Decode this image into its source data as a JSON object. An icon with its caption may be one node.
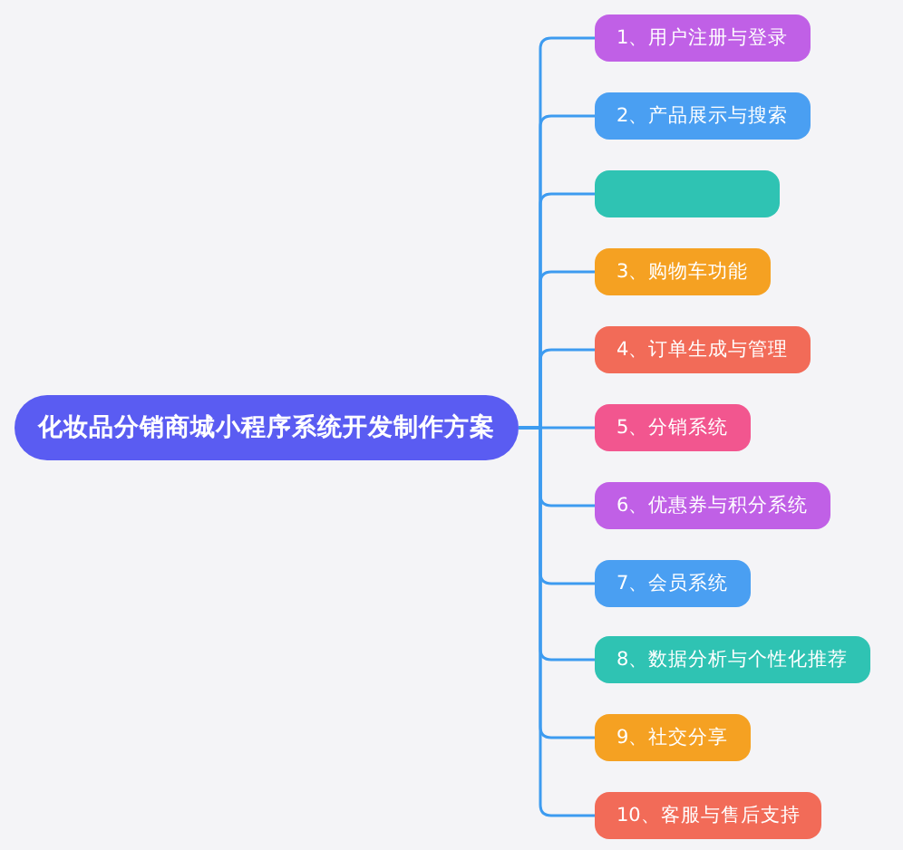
{
  "diagram": {
    "nodes": [
      {
        "text": [
          "化妆品分销商城小程序系统开发制作方案"
        ]
      },
      {
        "text": [
          "1、用户注册与登录"
        ]
      },
      {
        "text": [
          "2、产品展示与搜索"
        ]
      },
      {
        "text": [],
        "shape": "box"
      },
      {
        "text": [
          "3、购物车功能"
        ]
      },
      {
        "text": [
          "4、订单生成与管理"
        ]
      },
      {
        "text": [
          "5、分销系统"
        ]
      },
      {
        "text": [
          "6、优惠券与积分系统"
        ]
      },
      {
        "text": [
          "7、会员系统"
        ]
      },
      {
        "text": [
          "8、数据分析与个性化推荐"
        ]
      },
      {
        "text": [
          "9、社交分享"
        ]
      },
      {
        "text": [
          "10、客服与售后支持"
        ]
      }
    ],
    "edges": [
      {
        "from": 0,
        "to": 1,
        "arrow": "none"
      },
      {
        "from": 0,
        "to": 2,
        "arrow": "none"
      },
      {
        "from": 0,
        "to": 3,
        "arrow": "none"
      },
      {
        "from": 0,
        "to": 4,
        "arrow": "none"
      },
      {
        "from": 0,
        "to": 5,
        "arrow": "none"
      },
      {
        "from": 0,
        "to": 6,
        "arrow": "none"
      },
      {
        "from": 0,
        "to": 7,
        "arrow": "none"
      },
      {
        "from": 0,
        "to": 8,
        "arrow": "none"
      },
      {
        "from": 0,
        "to": 9,
        "arrow": "none"
      },
      {
        "from": 0,
        "to": 10,
        "arrow": "none"
      },
      {
        "from": 0,
        "to": 11,
        "arrow": "none"
      }
    ]
  }
}
